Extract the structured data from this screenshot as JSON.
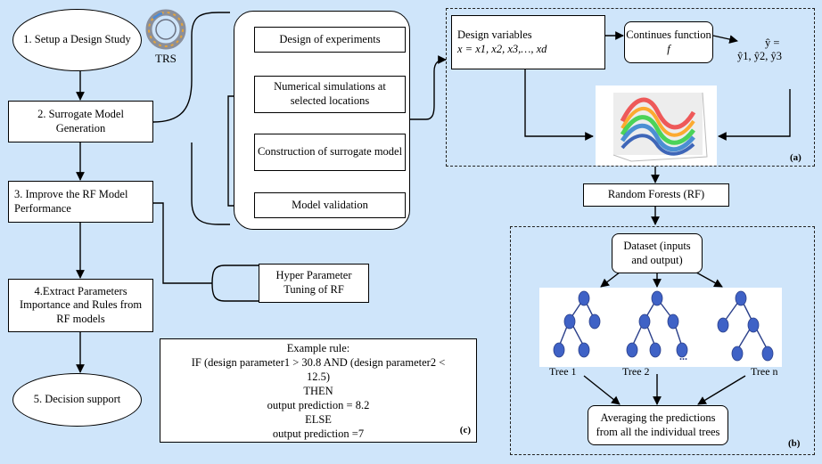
{
  "steps": {
    "s1": "1. Setup a Design Study",
    "s2": "2. Surrogate Model Generation",
    "s3": "3. Improve the RF Model Performance",
    "s4": "4.Extract Parameters Importance and Rules from RF models",
    "s5": "5. Decision support"
  },
  "trs_label": "TRS",
  "process": {
    "doe": "Design of experiments",
    "numsim": "Numerical simulations at selected locations",
    "construct": "Construction of surrogate model",
    "validate": "Model validation"
  },
  "hyper": "Hyper Parameter Tuning of RF",
  "panel_a": {
    "design_vars_title": "Design variables",
    "design_vars_expr": "x = x1, x2, x3,…, xd",
    "func": "Continues function",
    "func_var": "f",
    "yhat_line1": "ŷ =",
    "yhat_line2": "ŷ1, ŷ2, ŷ3",
    "tag": "(a)"
  },
  "rf": "Random Forests (RF)",
  "panel_b": {
    "dataset": "Dataset (inputs and output)",
    "tree1": "Tree 1",
    "tree2": "Tree 2",
    "ellipsis": "...",
    "treen": "Tree n",
    "averaging": "Averaging the predictions from all the individual trees",
    "tag": "(b)"
  },
  "panel_c": {
    "l1": "Example rule:",
    "l2": "IF (design parameter1 > 30.8 AND (design parameter2 <",
    "l3": "12.5)",
    "l4": "THEN",
    "l5": "output prediction = 8.2",
    "l6": "ELSE",
    "l7": "output prediction =7",
    "tag": "(c)"
  },
  "colors": {
    "background": "#cfe5fa",
    "node": "#3f62c6",
    "node_stroke": "#2a3f8a"
  }
}
